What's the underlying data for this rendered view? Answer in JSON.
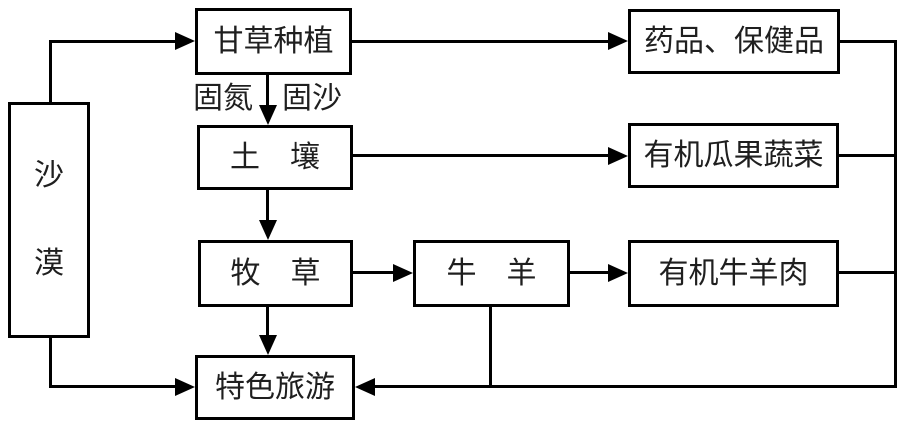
{
  "nodes": {
    "desert": {
      "chars": [
        "沙",
        "漠"
      ]
    },
    "licorice": {
      "label": "甘草种植"
    },
    "soil": {
      "label": "土　壤"
    },
    "pasture": {
      "label": "牧　草"
    },
    "cattle_sheep": {
      "label": "牛　羊"
    },
    "medicine": {
      "label": "药品、保健品"
    },
    "produce": {
      "label": "有机瓜果蔬菜"
    },
    "meat": {
      "label": "有机牛羊肉"
    },
    "tourism": {
      "label": "特色旅游"
    }
  },
  "edge_labels": {
    "nitrogen_fixation": "固氮",
    "sand_fixation": "固沙"
  },
  "edges": [
    {
      "from": "desert",
      "to": "licorice"
    },
    {
      "from": "desert",
      "to": "tourism"
    },
    {
      "from": "licorice",
      "to": "medicine"
    },
    {
      "from": "licorice",
      "to": "soil",
      "labels": [
        "固氮",
        "固沙"
      ]
    },
    {
      "from": "soil",
      "to": "produce"
    },
    {
      "from": "soil",
      "to": "pasture"
    },
    {
      "from": "pasture",
      "to": "cattle_sheep"
    },
    {
      "from": "pasture",
      "to": "tourism"
    },
    {
      "from": "cattle_sheep",
      "to": "meat"
    },
    {
      "from": "cattle_sheep",
      "to": "tourism"
    },
    {
      "from": "medicine",
      "to": "tourism"
    },
    {
      "from": "produce",
      "to": "tourism"
    },
    {
      "from": "meat",
      "to": "tourism"
    }
  ],
  "colors": {
    "line": "#000000",
    "text": "#1f1f1f",
    "background": "#ffffff"
  }
}
